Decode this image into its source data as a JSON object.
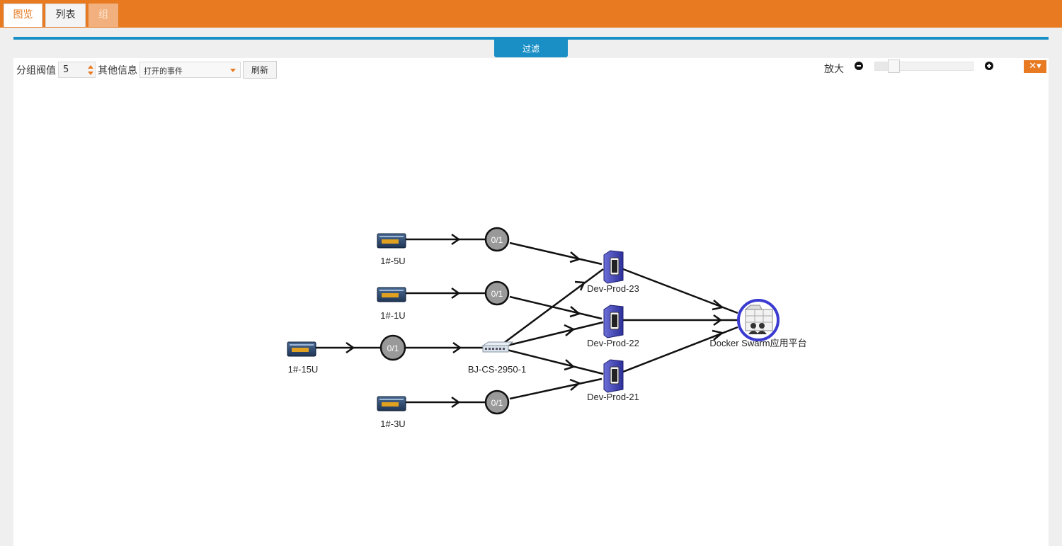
{
  "tabs": {
    "overview": "图览",
    "list": "列表",
    "group": "组"
  },
  "filter": {
    "button_label": "过滤"
  },
  "toolbar": {
    "group_threshold_label": "分组阀值",
    "group_threshold_value": "5",
    "other_info_label": "其他信息",
    "other_info_selected": "打开的事件",
    "refresh_label": "刷新",
    "zoom_label": "放大",
    "zoom_level": 0.15
  },
  "colors": {
    "brand_orange": "#e87b22",
    "accent_blue": "#1a8fc6",
    "app_ring": "#3b3bd1",
    "group_node": "#999999"
  },
  "topology": {
    "nodes": {
      "rack_5u": {
        "label": "1#-5U",
        "icon": "rack-device-icon"
      },
      "rack_1u": {
        "label": "1#-1U",
        "icon": "rack-device-icon"
      },
      "rack_15u": {
        "label": "1#-15U",
        "icon": "rack-device-icon"
      },
      "rack_3u": {
        "label": "1#-3U",
        "icon": "rack-device-icon"
      },
      "group_a": {
        "label": "0/1",
        "icon": "group-circle"
      },
      "group_b": {
        "label": "0/1",
        "icon": "group-circle"
      },
      "group_c": {
        "label": "0/1",
        "icon": "group-circle"
      },
      "group_d": {
        "label": "0/1",
        "icon": "group-circle"
      },
      "switch": {
        "label": "BJ-CS-2950-1",
        "icon": "switch-icon"
      },
      "server_23": {
        "label": "Dev-Prod-23",
        "icon": "server-icon"
      },
      "server_22": {
        "label": "Dev-Prod-22",
        "icon": "server-icon"
      },
      "server_21": {
        "label": "Dev-Prod-21",
        "icon": "server-icon"
      },
      "app": {
        "label": "Docker Swarm应用平台",
        "icon": "app-platform-icon"
      }
    },
    "edges": [
      [
        "rack_5u",
        "group_a"
      ],
      [
        "rack_1u",
        "group_b"
      ],
      [
        "rack_15u",
        "group_c"
      ],
      [
        "rack_3u",
        "group_d"
      ],
      [
        "group_a",
        "server_23"
      ],
      [
        "group_b",
        "server_22"
      ],
      [
        "group_d",
        "server_21"
      ],
      [
        "group_c",
        "switch"
      ],
      [
        "switch",
        "server_23"
      ],
      [
        "switch",
        "server_22"
      ],
      [
        "switch",
        "server_21"
      ],
      [
        "server_23",
        "app"
      ],
      [
        "server_22",
        "app"
      ],
      [
        "server_21",
        "app"
      ]
    ]
  }
}
